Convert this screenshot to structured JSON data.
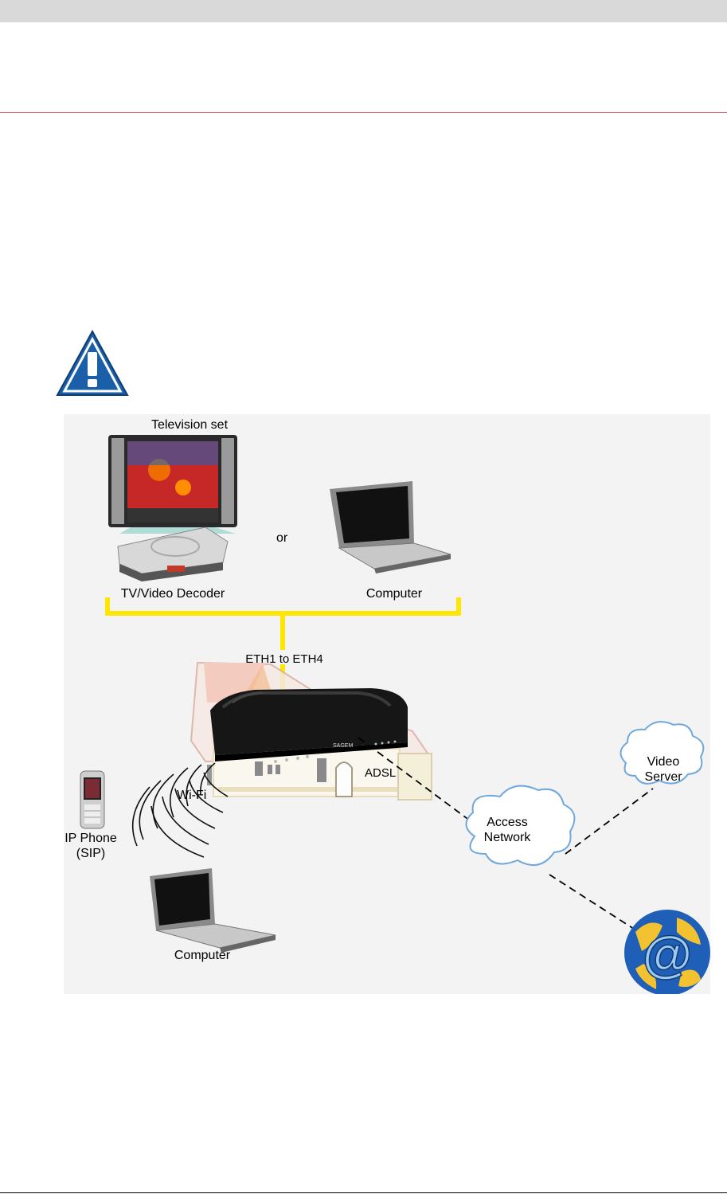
{
  "page": {
    "colors": {
      "header_band": "#d9d9d9",
      "rule_red": "#c0504d",
      "ethernet_yellow": "#ffe600",
      "warning_blue": "#1b5fa8"
    }
  },
  "diagram": {
    "labels": {
      "television_set": "Television set",
      "or": "or",
      "tv_video_decoder": "TV/Video Decoder",
      "computer_top": "Computer",
      "eth": "ETH1 to ETH4",
      "adsl": "ADSL",
      "wifi": "Wi-Fi",
      "ip_phone_line1": "IP Phone",
      "ip_phone_line2": "(SIP)",
      "access_network_line1": "Access",
      "access_network_line2": "Network",
      "video_server_line1": "Video",
      "video_server_line2": "Server",
      "computer_bottom": "Computer"
    },
    "icons": [
      "warning-icon",
      "television-icon",
      "decoder-icon",
      "laptop-icon",
      "house-icon",
      "router-icon",
      "phone-icon",
      "cloud-icon",
      "globe-icon"
    ]
  }
}
